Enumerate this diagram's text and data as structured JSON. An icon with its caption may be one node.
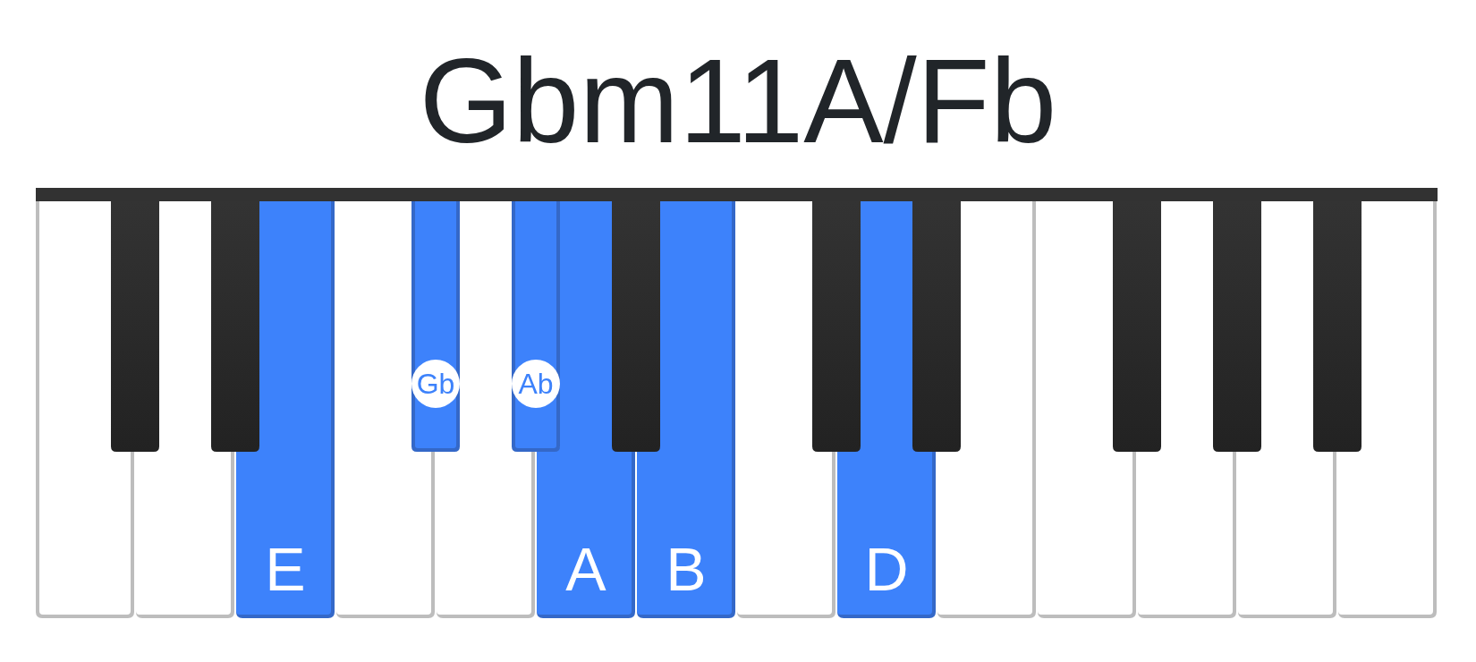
{
  "diagram": {
    "title": "Gbm11A/Fb",
    "nodes": [
      {
        "text": [],
        "shape": "bar"
      },
      {
        "text": [],
        "shape": "box"
      },
      {
        "text": [],
        "shape": "box"
      },
      {
        "text": [],
        "shape": "box"
      },
      {
        "text": [],
        "shape": "box"
      },
      {
        "text": [
          "E"
        ]
      },
      {
        "text": [],
        "shape": "box"
      },
      {
        "text": [
          "Gb"
        ]
      },
      {
        "text": [],
        "shape": "box"
      },
      {
        "text": [
          "Ab"
        ]
      },
      {
        "text": [
          "A"
        ]
      },
      {
        "text": [],
        "shape": "box"
      },
      {
        "text": [
          "B"
        ]
      },
      {
        "text": [],
        "shape": "box"
      },
      {
        "text": [],
        "shape": "box"
      },
      {
        "text": [
          "D"
        ]
      },
      {
        "text": [],
        "shape": "box"
      },
      {
        "text": [],
        "shape": "box"
      },
      {
        "text": [],
        "shape": "box"
      },
      {
        "text": [],
        "shape": "box"
      },
      {
        "text": [],
        "shape": "box"
      },
      {
        "text": [],
        "shape": "box"
      },
      {
        "text": [],
        "shape": "box"
      },
      {
        "text": [],
        "shape": "box"
      },
      {
        "text": [],
        "shape": "box"
      }
    ]
  }
}
